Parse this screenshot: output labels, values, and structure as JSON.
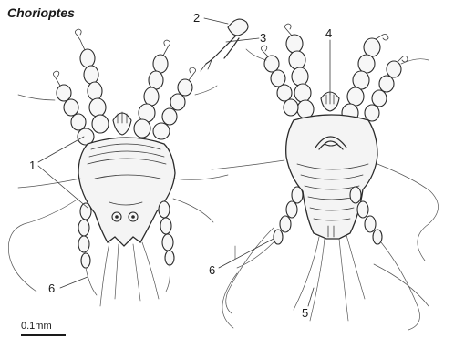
{
  "figure": {
    "title": "Chorioptes",
    "callouts": {
      "label_1": "1",
      "label_2": "2",
      "label_3": "3",
      "label_4": "4",
      "label_5": "5",
      "label_6_left": "6",
      "label_6_right": "6"
    },
    "scale_bar_label": "0.1mm"
  }
}
